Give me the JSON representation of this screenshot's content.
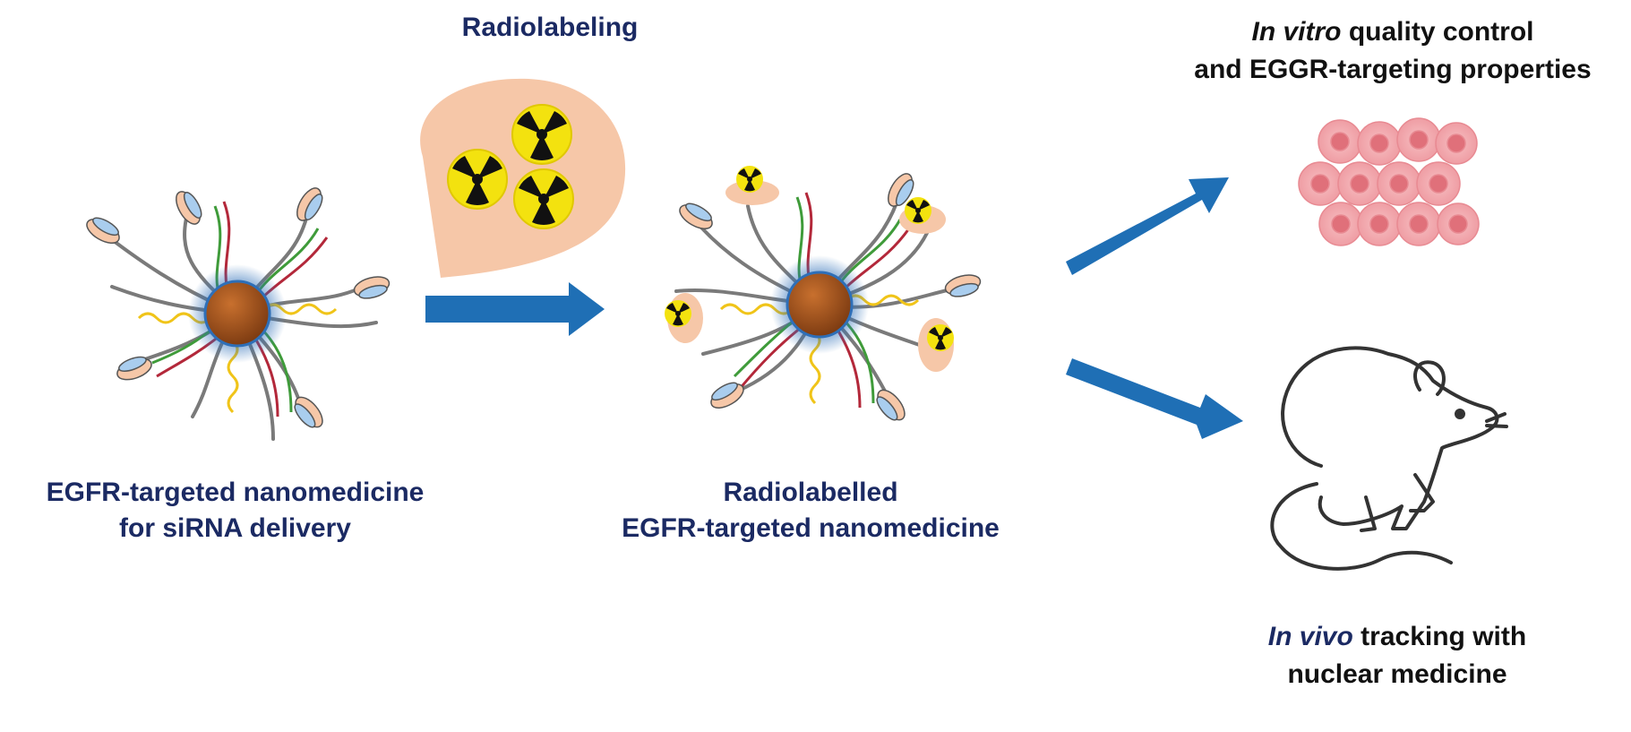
{
  "labels": {
    "radiolabeling": "Radiolabeling",
    "start_line1": "EGFR-targeted nanomedicine",
    "start_line2": "for siRNA delivery",
    "mid_line1": "Radiolabelled",
    "mid_line2": "EGFR-targeted nanomedicine",
    "invitro_italic": "In vitro",
    "invitro_rest": " quality control",
    "invitro_line2": "and EGGR-targeting properties",
    "invivo_italic": "In vivo",
    "invivo_rest": " tracking with",
    "invivo_line2": "nuclear medicine"
  },
  "colors": {
    "navy_text": "#1b2a63",
    "arrow_blue": "#1f6fb5",
    "core_brown": "#a0521e",
    "core_glow": "#2e6fb8",
    "droplet_peach": "#f6c7a8",
    "trefoil_yellow": "#f3e20f",
    "cell_pink": "#f3a8ad",
    "dna_green": "#3f9b3a",
    "dna_red": "#b3283a",
    "ligand_yellow": "#f0c419",
    "polymer_gray": "#7a7a7a"
  },
  "icons": {
    "radioactive": "radioactive-trefoil-icon",
    "mouse": "mouse-outline-icon",
    "cells": "tumor-cell-cluster-icon"
  }
}
